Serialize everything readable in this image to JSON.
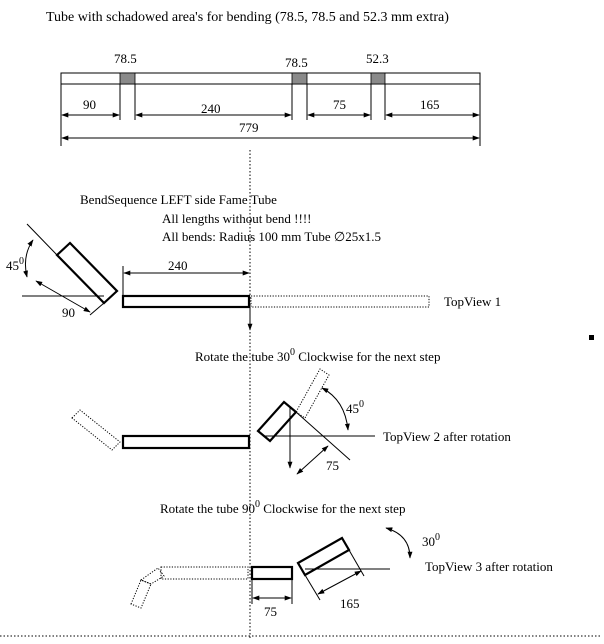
{
  "title": "Tube with schadowed area's for bending (78.5, 78.5 and 52.3 mm extra)",
  "top_tube": {
    "bend_labels": [
      "78.5",
      "78.5",
      "52.3"
    ],
    "segment_labels": [
      "90",
      "240",
      "75",
      "165"
    ],
    "total_label": "779"
  },
  "sequence": {
    "heading": "BendSequence LEFT side Fame Tube",
    "line1": "All lengths without bend !!!!",
    "line2": "All bends: Radius 100 mm Tube ∅25x1.5"
  },
  "view1": {
    "angle_num": "45",
    "angle_sup": "0",
    "len_left": "90",
    "len_top": "240",
    "label": "TopView 1"
  },
  "rotate1": {
    "pre": "Rotate the tube 30",
    "sup": "0",
    "post": " Clockwise for the next step"
  },
  "view2": {
    "angle_num": "45",
    "angle_sup": "0",
    "len": "75",
    "label": "TopView 2 after rotation"
  },
  "rotate2": {
    "pre": "Rotate the tube 90",
    "sup": "0",
    "post": " Clockwise for the next step"
  },
  "view3": {
    "angle_num": "30",
    "angle_sup": "0",
    "len_a": "75",
    "len_b": "165",
    "label": "TopView 3 after rotation"
  }
}
